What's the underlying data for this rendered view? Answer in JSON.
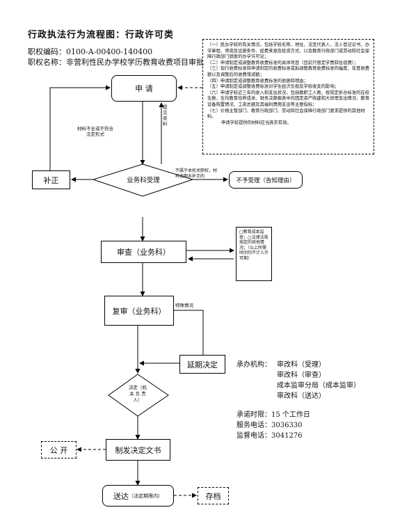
{
  "title": "行政执法行为流程图：行政许可类",
  "meta": {
    "code_label": "职权编码：",
    "code_value": "0100-A-00400-140400",
    "name_label": "职权名称：",
    "name_value": "非营利性民办学校学历教育收费项目审批"
  },
  "nodes": {
    "apply": "申 请",
    "accept": "业务科受理",
    "correction": "补正",
    "reject": "不予受理（告知理由）",
    "review": "审查（业务科）",
    "re_review": "复审（业务科）",
    "extend": "延期决定",
    "decision": [
      "决定（机",
      "关 负 责",
      "人）"
    ],
    "issue": "制发决定文书",
    "publish": "公 开",
    "deliver": "送达",
    "deliver_note": "（法定期限内）",
    "archive": "存档"
  },
  "edge_labels": {
    "submit": [
      "提",
      "交",
      "资",
      "料"
    ],
    "incomplete": [
      "材料不全或不符合",
      "法定形式"
    ],
    "not_accepted": [
      "不属于本机关职权，材",
      "料逾期未补正的"
    ],
    "special": "特殊情况"
  },
  "note_lines": [
    "（一）民办学校的有关情况，包括学校名称、地址、法定代表人、法人登记证书、办学章程、师资及设施条件、经费来源及投资方式、以及教育行政部门或劳动和社会保障行政部门颁发的办学许可证；",
    "（二）申请制定或调整教育收费标准的具体项目（目前只限定学费和住宿费）；",
    "（三）现行收费标准和申请制定的收费标准或拟调整教育收费标准的幅度、年度收费额以及调整后的收费增减额；",
    "（四）申请制定或调整教育收费标准的依据和理由；",
    "（五）申请制定或调整收费标准对学生经济负担及学校收支的影响；",
    "（六）申请学校近三年的收入和支出状况，包括教职工人数、按规定折合标准的在校生数、生均教育培养成本、财务决算报表中的固定资产购建和大修理支出情况、教育设备购置情况、工资总额及其福利费用支出等主要指标；",
    "（七）价格主管部门、教育行政部门、劳动和社会保障行政部门要求提供的其他材料。",
    "申请学校提供的材料应当真实有效。"
  ],
  "side_note": "□教育成本监审；□法律法规规定的其他情况；（以上所需时间均不计入许可期）",
  "org": {
    "label": "承办机构：",
    "items": [
      "审改科（受理）",
      "审改科（审查）",
      "成本监审分局（成本监审）",
      "审改科（送达）"
    ]
  },
  "contact": {
    "time_label": "承诺时限：",
    "time_value": "15 个工作日",
    "service_label": "服务电话：",
    "service_value": "3036330",
    "supervise_label": "监督电话：",
    "supervise_value": "3041276"
  }
}
